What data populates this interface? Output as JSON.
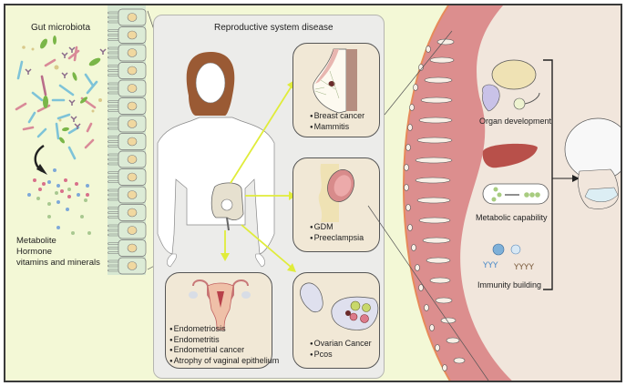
{
  "left": {
    "gut_title": "Gut microbiota",
    "products": [
      "Metabolite",
      "Hormone",
      "vitamins and minerals"
    ]
  },
  "center": {
    "title": "Reproductive system disease",
    "cards": [
      {
        "id": "breast",
        "items": [
          "Breast cancer",
          "Mammitis"
        ]
      },
      {
        "id": "pregnancy",
        "items": [
          "GDM",
          "Preeclampsia"
        ]
      },
      {
        "id": "uterus",
        "items": [
          "Endometriosis",
          "Endometritis",
          "Endometrial cancer",
          "Atrophy of vaginal epithelium"
        ]
      },
      {
        "id": "ovary",
        "items": [
          "Ovarian Cancer",
          "Pcos"
        ]
      }
    ]
  },
  "right": {
    "outcomes": [
      "Organ development",
      "Metabolic capability",
      "Immunity building"
    ]
  },
  "colors": {
    "background": "#f3f8d6",
    "panel": "#ececea",
    "card": "#f1e8d6",
    "placenta": "#dc8e8e",
    "fetal_area": "#f1e6dc",
    "arrow": "#e0ec3a",
    "hair": "#9a5a34"
  }
}
